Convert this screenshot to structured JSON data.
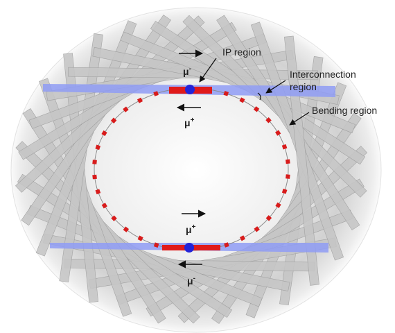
{
  "labels": {
    "ip_region": "IP region",
    "interconnection_line1": "Interconnection",
    "interconnection_line2": "region",
    "bending_region": "Bending region"
  },
  "beams": {
    "top_upper": {
      "symbol": "μ",
      "charge": "-"
    },
    "top_lower": {
      "symbol": "μ",
      "charge": "+"
    },
    "bottom_upper": {
      "symbol": "μ",
      "charge": "+"
    },
    "bottom_lower": {
      "symbol": "μ",
      "charge": "-"
    }
  },
  "colors": {
    "beam_blue": "#8f9cf5",
    "ip_red": "#e01a1a",
    "ip_dot": "#2323d8",
    "magnet_gray": "#c6c6c6",
    "interconnect_red": "#d81b1b"
  }
}
